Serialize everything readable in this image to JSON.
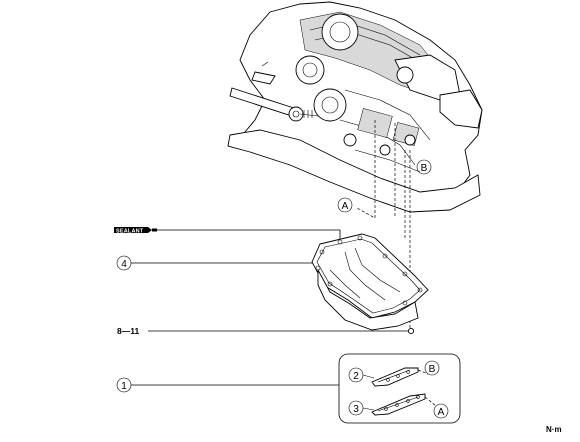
{
  "sealant_label": "SEALANT",
  "callouts": {
    "item1": "1",
    "item2": "2",
    "item3": "3",
    "item4": "4",
    "marker_a_top": "A",
    "marker_b_top": "B",
    "marker_a_detail": "A",
    "marker_b_detail": "B"
  },
  "torque": {
    "value": "8—11",
    "unit": "N·m"
  }
}
